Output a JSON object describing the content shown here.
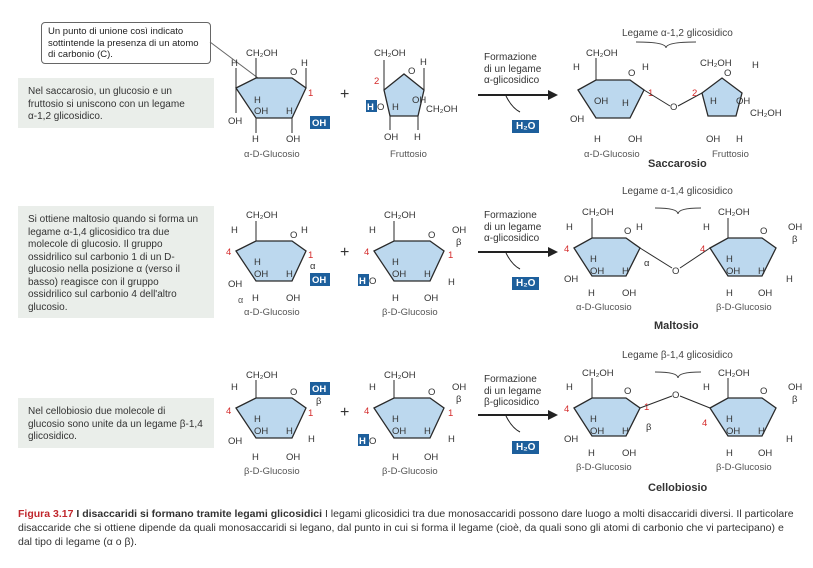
{
  "callout": {
    "text": "Un punto di unione così indicato sottintende la presenza di un atomo di carbonio (C)."
  },
  "rows": [
    {
      "note": "Nel saccarosio, un glucosio e un fruttosio si uniscono con un legame α-1,2 glicosidico.",
      "mol1_name": "α-D-Glucosio",
      "mol2_name": "Fruttosio",
      "reaction": [
        "Formazione",
        "di un legame",
        "α-glicosidico"
      ],
      "water": "H₂O",
      "bond_label": "Legame α-1,2 glicosidico",
      "prod1_name": "α-D-Glucosio",
      "prod2_name": "Fruttosio",
      "product": "Saccarosio"
    },
    {
      "note": "Si ottiene maltosio quando si forma un legame α-1,4 glicosidico tra due molecole di glucosio. Il gruppo ossidrilico sul carbonio 1 di un D-glucosio nella posizione α (verso il basso) reagisce con il gruppo ossidrilico sul carbonio 4 dell'altro glucosio.",
      "mol1_name": "α-D-Glucosio",
      "mol2_name": "β-D-Glucosio",
      "reaction": [
        "Formazione",
        "di un legame",
        "α-glicosidico"
      ],
      "water": "H₂O",
      "bond_label": "Legame α-1,4 glicosidico",
      "prod1_name": "α-D-Glucosio",
      "prod2_name": "β-D-Glucosio",
      "product": "Maltosio"
    },
    {
      "note": "Nel cellobiosio due molecole di glucosio sono unite da un legame β-1,4 glicosidico.",
      "mol1_name": "β-D-Glucosio",
      "mol2_name": "β-D-Glucosio",
      "reaction": [
        "Formazione",
        "di un legame",
        "β-glicosidico"
      ],
      "water": "H₂O",
      "bond_label": "Legame β-1,4 glicosidico",
      "prod1_name": "β-D-Glucosio",
      "prod2_name": "β-D-Glucosio",
      "product": "Cellobiosio"
    }
  ],
  "caption": {
    "figure": "Figura 3.17",
    "title": "I disaccaridi si formano tramite legami glicosidici",
    "text": "I legami glicosidici tra due monosaccaridi possono dare luogo a molti disaccaridi diversi. Il particolare disaccaride che si ottiene dipende da quali monosaccaridi si legano, dal punto in cui si forma il legame (cioè, da quali sono gli atomi di carbonio che vi partecipano) e dal tipo di legame (α o β)."
  },
  "labels": {
    "ch2oh": "CH₂OH",
    "oh": "OH",
    "h": "H",
    "o": "O",
    "ho": "HO",
    "num1": "1",
    "num2": "2",
    "num4": "4",
    "alpha": "α",
    "beta": "β"
  },
  "colors": {
    "ring_fill": "#bcd8ee",
    "ring_stroke": "#2a2a2a",
    "highlight_box": "#1d5f9c",
    "carbon_num": "#d42a2a",
    "note_bg": "#eaeeea"
  }
}
